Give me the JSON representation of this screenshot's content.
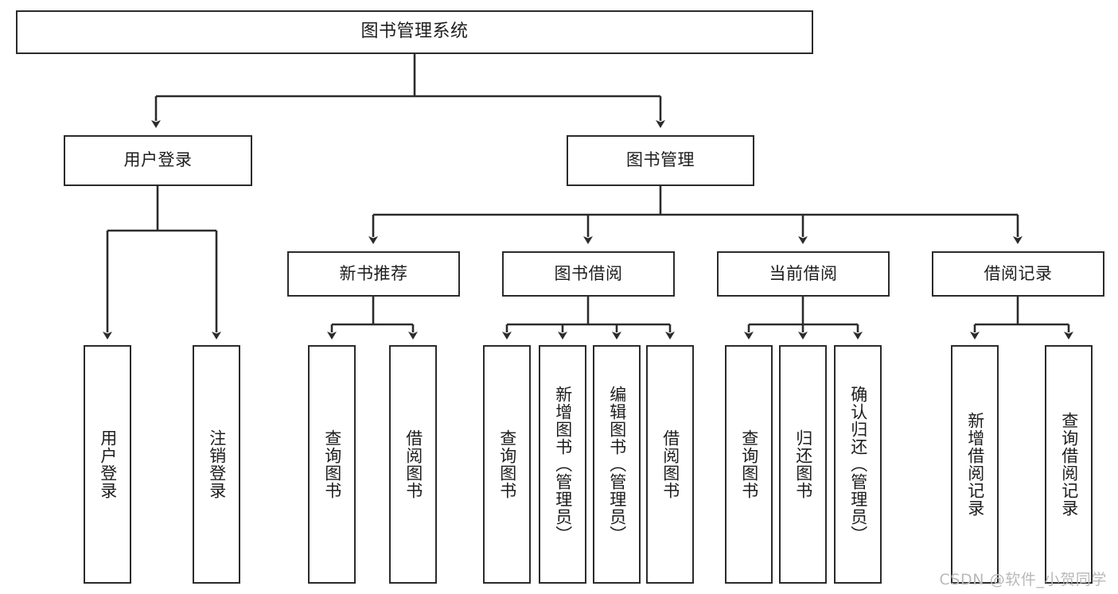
{
  "diagram": {
    "type": "tree",
    "title": "图书管理系统",
    "colors": {
      "stroke": "#2b2b2b",
      "box_fill": "#ffffff",
      "text": "#1d1d1d",
      "watermark": "#b9b9b9",
      "background": "#ffffff"
    },
    "root": {
      "label": "图书管理系统"
    },
    "level2": [
      {
        "label": "用户登录"
      },
      {
        "label": "图书管理"
      }
    ],
    "level3": [
      {
        "label": "新书推荐"
      },
      {
        "label": "图书借阅"
      },
      {
        "label": "当前借阅"
      },
      {
        "label": "借阅记录"
      }
    ],
    "leaves": {
      "user_login": [
        {
          "label": "用户登录"
        },
        {
          "label": "注销登录"
        }
      ],
      "new_book_recommend": [
        {
          "label": "查询图书"
        },
        {
          "label": "借阅图书"
        }
      ],
      "book_borrow": [
        {
          "label": "查询图书"
        },
        {
          "label": "新增图书（管理员）"
        },
        {
          "label": "编辑图书（管理员）"
        },
        {
          "label": "借阅图书"
        }
      ],
      "current_borrow": [
        {
          "label": "查询图书"
        },
        {
          "label": "归还图书"
        },
        {
          "label": "确认归还（管理员）"
        }
      ],
      "borrow_record": [
        {
          "label": "新增借阅记录"
        },
        {
          "label": "查询借阅记录"
        }
      ]
    }
  },
  "watermark": {
    "text": "CSDN @软件_小贺同学"
  }
}
